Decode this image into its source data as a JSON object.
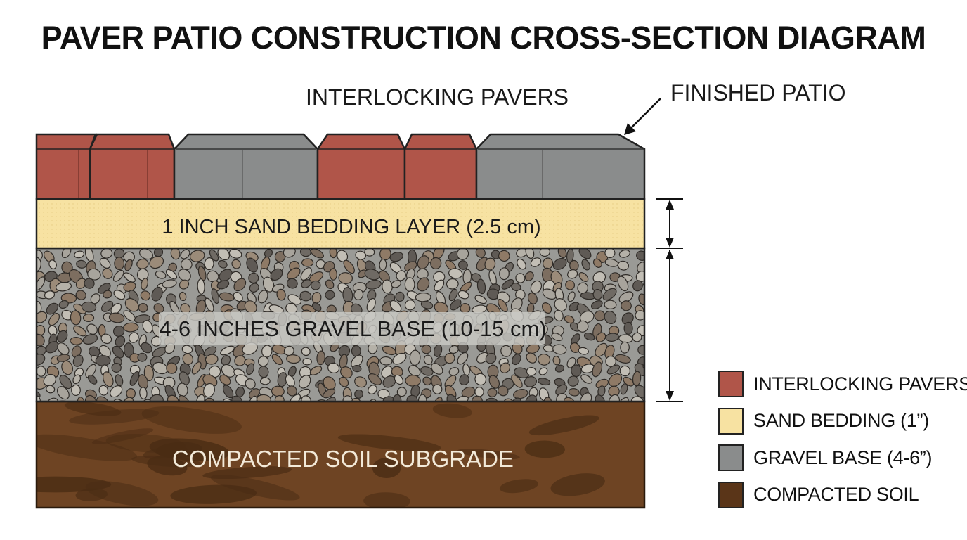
{
  "title": "PAVER PATIO CONSTRUCTION CROSS-SECTION DIAGRAM",
  "callouts": {
    "pavers": "INTERLOCKING PAVERS",
    "finished": "FINISHED PATIO"
  },
  "layers": {
    "sand": "1 INCH SAND BEDDING LAYER (2.5 cm)",
    "gravel": "4-6 INCHES GRAVEL BASE (10-15 cm)",
    "soil": "COMPACTED SOIL SUBGRADE"
  },
  "legend": [
    {
      "label": "INTERLOCKING PAVERS",
      "color": "#b05549"
    },
    {
      "label": "SAND BEDDING (1”)",
      "color": "#f7e2a2"
    },
    {
      "label": "GRAVEL BASE (4-6”)",
      "color": "#8a8c8c"
    },
    {
      "label": "COMPACTED SOIL",
      "color": "#5a3518"
    }
  ],
  "colors": {
    "paver_red": "#b05549",
    "paver_gray": "#8a8c8c",
    "sand": "#f7e2a2",
    "gravel_bg": "#9a9a96",
    "soil": "#6e4423",
    "soil_dark": "#4a2c14"
  }
}
